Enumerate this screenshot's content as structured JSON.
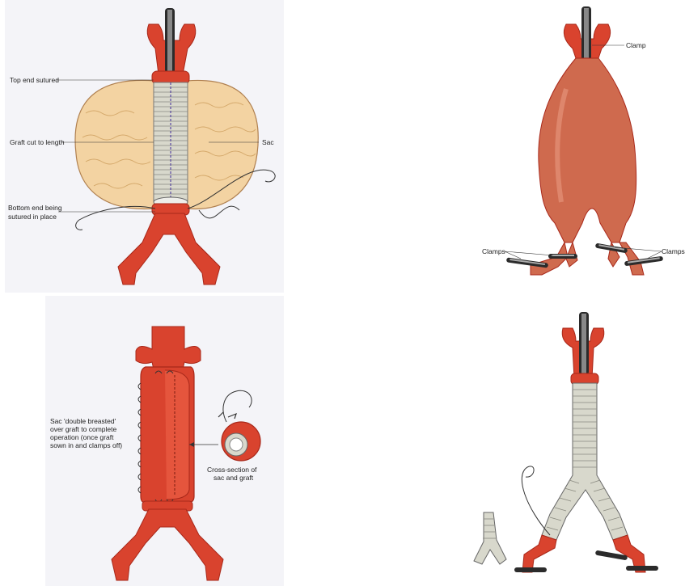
{
  "panel_tl": {
    "top_end": "Top end sutured",
    "graft_cut": "Graft cut to length",
    "sac": "Sac",
    "bottom_end_1": "Bottom end being",
    "bottom_end_2": "sutured in place"
  },
  "panel_tr": {
    "clamp": "Clamp",
    "clamps_left": "Clamps",
    "clamps_right": "Clamps"
  },
  "panel_bl": {
    "sac_db_1": "Sac 'double breasted'",
    "sac_db_2": "over graft to complete",
    "sac_db_3": "operation (once graft",
    "sac_db_4": "sown in and clamps off)",
    "cross_1": "Cross-section of",
    "cross_2": "sac and graft"
  },
  "colors": {
    "artery": "#d9432e",
    "artery_dark": "#a8281a",
    "sac": "#f3d3a2",
    "graft": "#d8d8cc",
    "aneurysm": "#cf6a4e",
    "panel_bg": "#f4f4f8"
  }
}
